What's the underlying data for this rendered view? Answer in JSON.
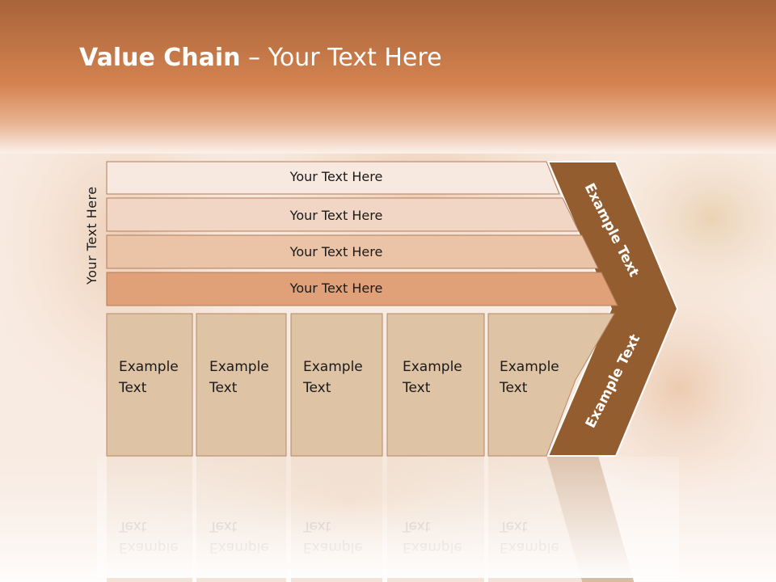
{
  "title": {
    "bold": "Value Chain",
    "rest": " – Your Text Here"
  },
  "side_label": "Your Text Here",
  "rows": [
    {
      "label": "Your Text Here",
      "color": "#f8e9e0"
    },
    {
      "label": "Your Text Here",
      "color": "#f2d6c5"
    },
    {
      "label": "Your Text Here",
      "color": "#ebc3a7"
    },
    {
      "label": "Your Text Here",
      "color": "#e0a078"
    }
  ],
  "columns": [
    {
      "line1": "Example",
      "line2": "Text"
    },
    {
      "line1": "Example",
      "line2": "Text"
    },
    {
      "line1": "Example",
      "line2": "Text"
    },
    {
      "line1": "Example",
      "line2": "Text"
    },
    {
      "line1": "Example",
      "line2": "Text"
    }
  ],
  "chevron_upper": "Example Text",
  "chevron_lower": "Example Text",
  "colors": {
    "banner": "#c87a48",
    "box_fill": "#dfc3a5",
    "box_stroke": "#b48a68",
    "chevron": "#945d30",
    "text_dark": "#1a1a1a"
  }
}
